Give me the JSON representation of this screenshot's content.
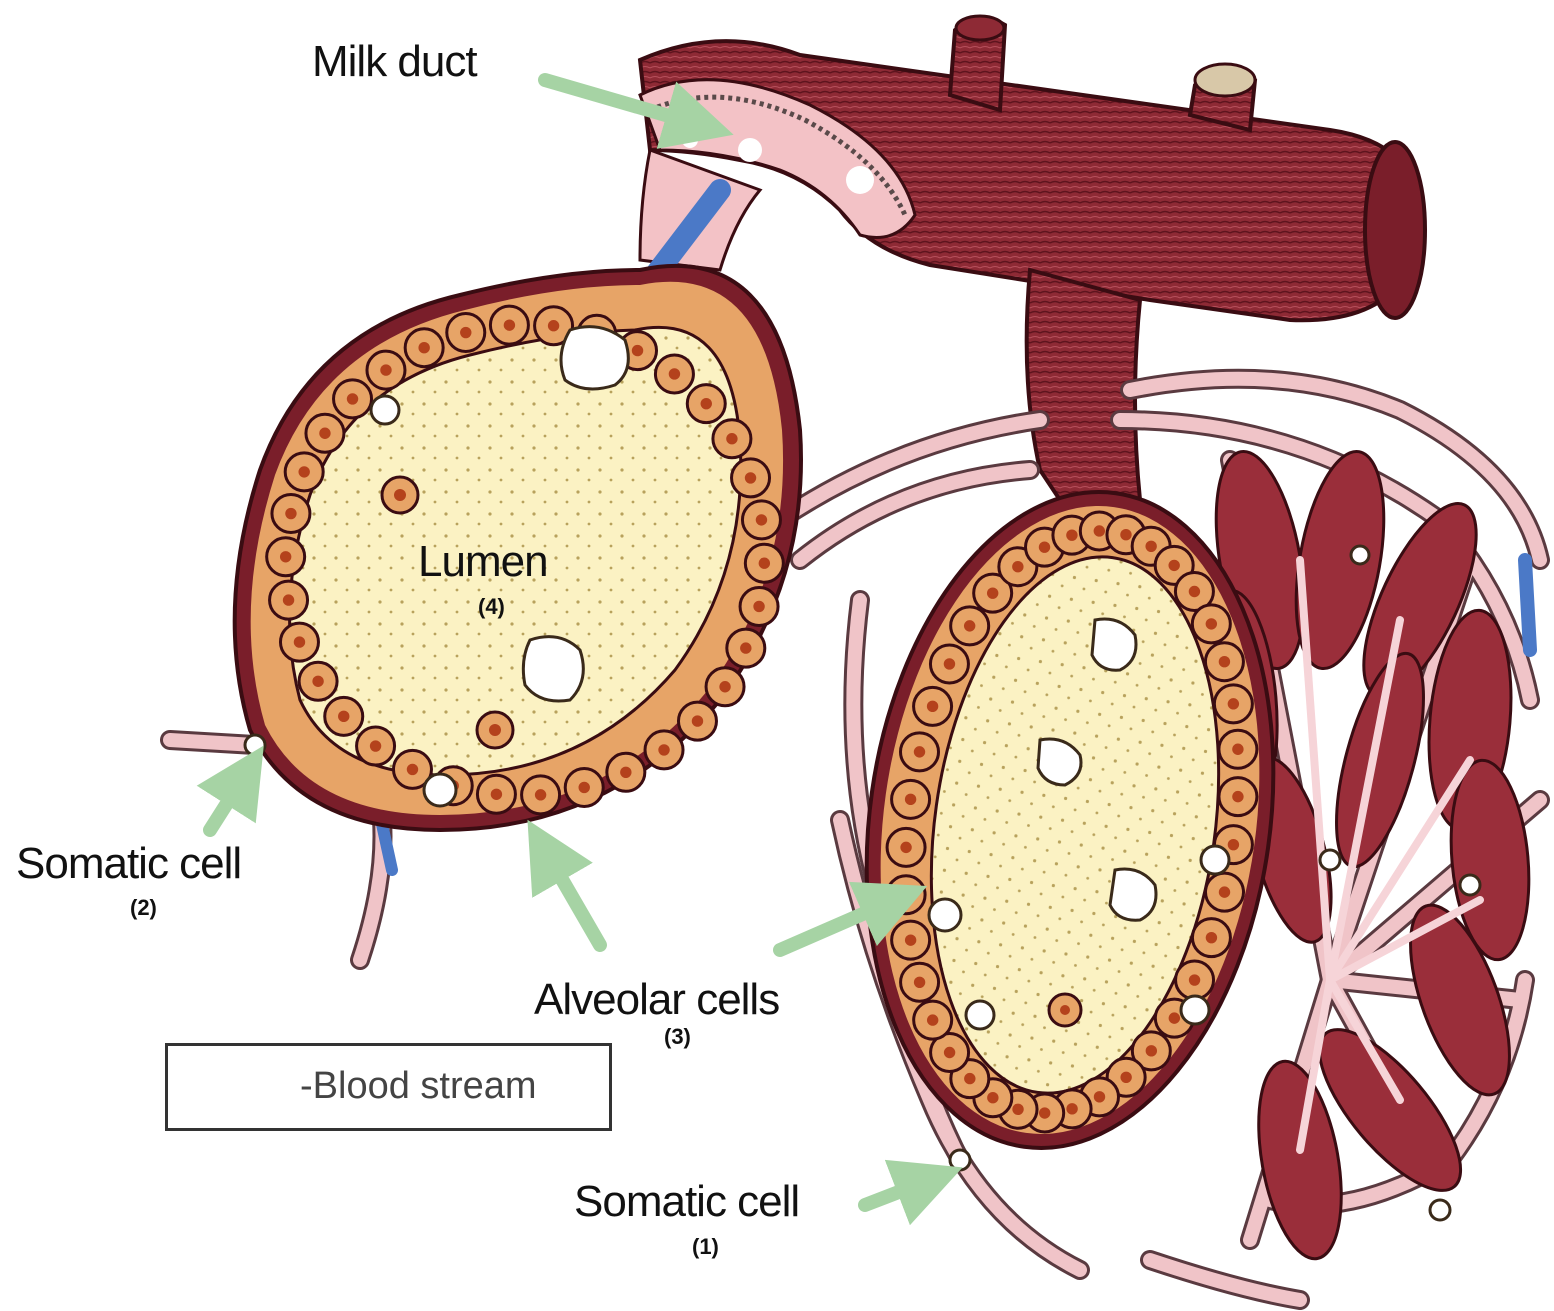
{
  "labels": {
    "milk_duct": "Milk duct",
    "lumen": "Lumen",
    "lumen_num": "(4)",
    "somatic_cell_2": "Somatic cell",
    "somatic_cell_2_num": "(2)",
    "alveolar_cells": "Alveolar cells",
    "alveolar_cells_num": "(3)",
    "somatic_cell_1": "Somatic cell",
    "somatic_cell_1_num": "(1)"
  },
  "legend": {
    "text": "-Blood stream"
  },
  "colors": {
    "vessel": "#8e2a35",
    "vessel_dark": "#5e141e",
    "lumen_fill": "#fbf2c3",
    "cell_fill": "#e7a467",
    "nucleus": "#b4421c",
    "capillary": "#f0c4c8",
    "arrow": "#a6d3a4",
    "blue_flow": "#4b79c7"
  }
}
